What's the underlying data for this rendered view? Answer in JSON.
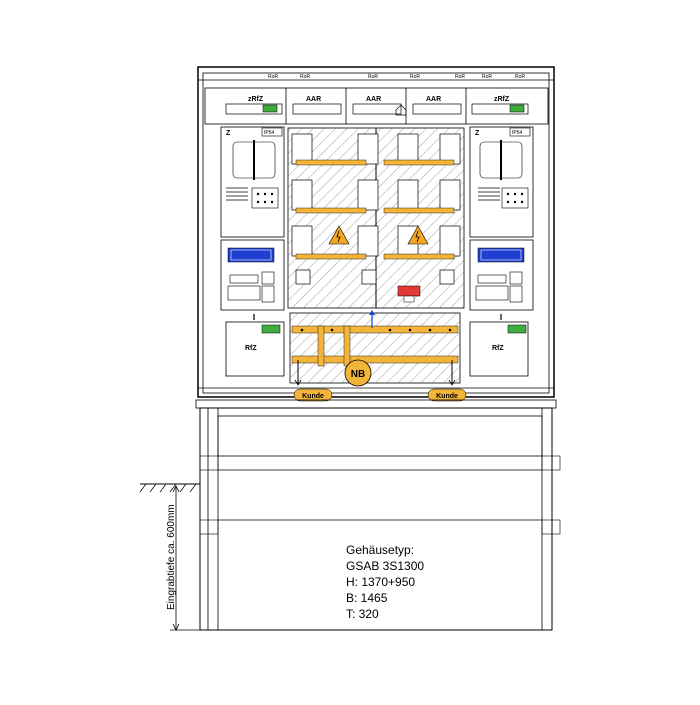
{
  "labels": {
    "zrfz": "zRfZ",
    "aar": "AAR",
    "z": "Z",
    "ip54": "IP54",
    "rfz": "RfZ",
    "nb": "NB",
    "kunde": "Kunde",
    "depth": "Eingrabtiefe ca. 600mm",
    "ror": "RoR"
  },
  "spec": {
    "heading": "Gehäusetyp:",
    "model": "GSAB 3S1300",
    "height": "H: 1370+950",
    "width": "B: 1465",
    "depth": "T: 320"
  },
  "colors": {
    "busbar": "#f2b53a",
    "warning": "#f5a623",
    "accent_red": "#e53935",
    "accent_blue": "#1e3fcf",
    "terminal_green": "#3fae3f"
  }
}
